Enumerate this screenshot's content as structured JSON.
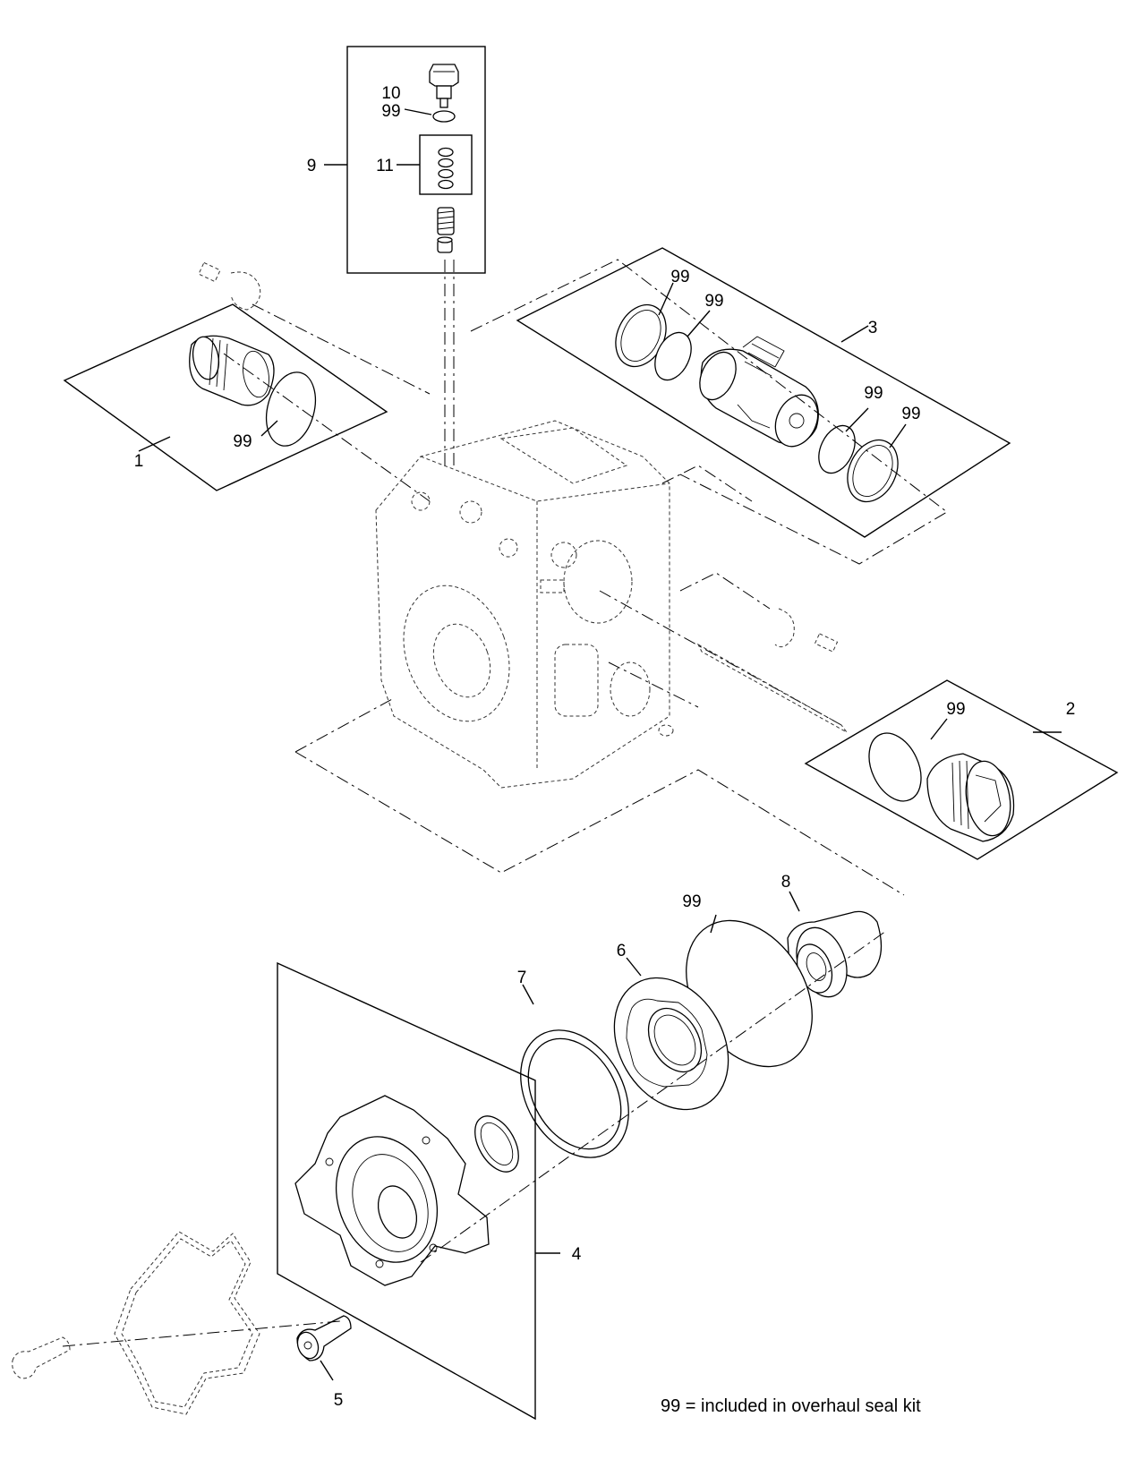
{
  "callouts": {
    "c1": "1",
    "c2": "2",
    "c3": "3",
    "c4": "4",
    "c5": "5",
    "c6": "6",
    "c7": "7",
    "c8": "8",
    "c9": "9",
    "c10": "10",
    "c11": "11",
    "c99_top": "99",
    "c99_box1": "99",
    "c99_box3a": "99",
    "c99_box3b": "99",
    "c99_box3c": "99",
    "c99_box3d": "99",
    "c99_box2": "99",
    "c99_seal": "99"
  },
  "note": "99 = included in overhaul seal kit"
}
